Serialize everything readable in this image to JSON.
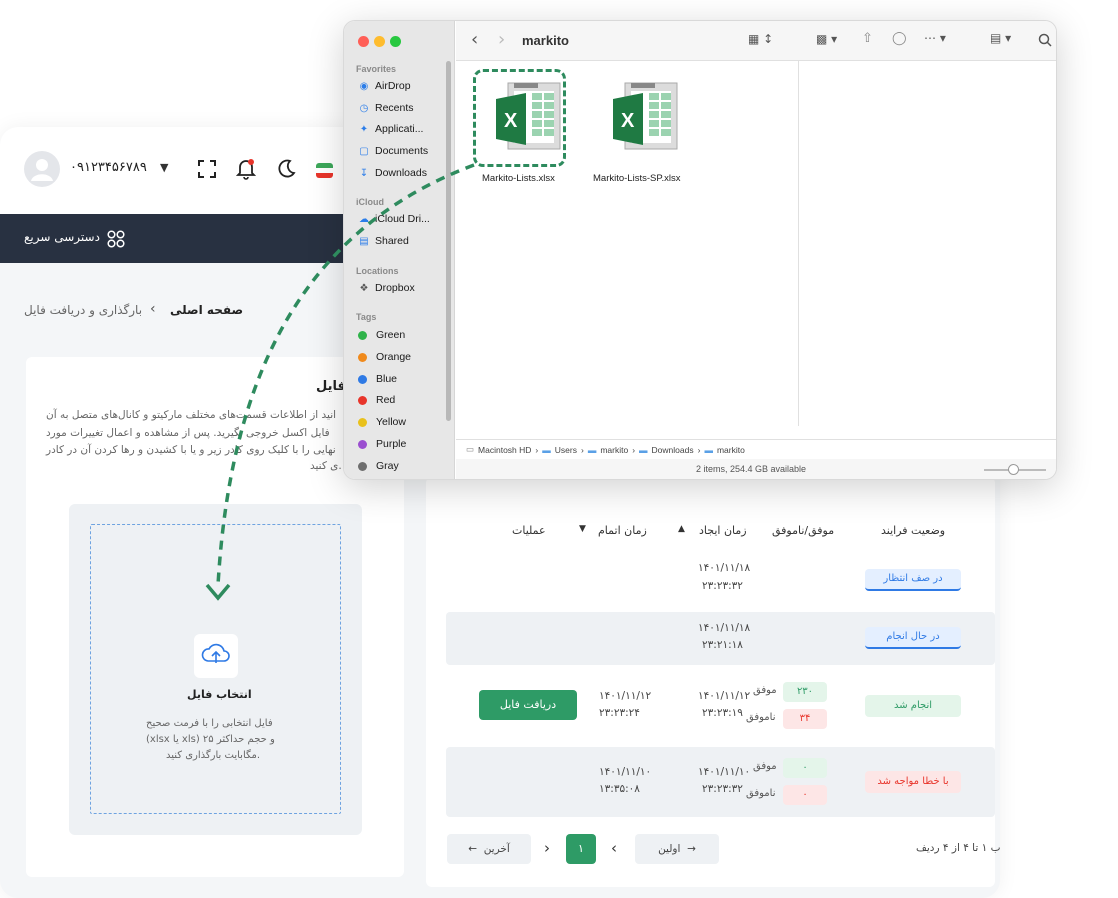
{
  "app": {
    "user_phone": "۰۹۱۲۳۴۵۶۷۸۹",
    "quick_access": "دسترسی سریع",
    "breadcrumb": {
      "home": "صفحه اصلی",
      "current": "بارگذاری و دریافت فایل"
    },
    "upload_card": {
      "title": "فایل",
      "desc_lines": [
        "انید از اطلاعات قسمت‌های مختلف مارکیتو و کانال‌های متصل به آن",
        "فایل اکسل خروجی بگیرید. پس از مشاهده و اعمال تغییرات مورد",
        "نهایی را با کلیک روی کادر زیر و یا با کشیدن و رها کردن آن در کادر",
        "ی کنید."
      ],
      "choose_file": "انتخاب فایل",
      "hint_lines": [
        "فایل انتخابی را با فرمت صحیح",
        "(xlsx یا xls) و حجم حداکثر ۲۵",
        "مگابایت بارگذاری کنید."
      ]
    },
    "table": {
      "headers": {
        "status": "وضعیت فرایند",
        "success_fail": "موفق/ناموفق",
        "created": "زمان ایجاد",
        "finished": "زمان اتمام",
        "ops": "عملیات"
      },
      "rows": [
        {
          "status": "در صف انتظار",
          "created_date": "۱۴۰۱/۱۱/۱۸",
          "created_time": "۲۳:۲۳:۳۲",
          "success": "",
          "fail": "",
          "finished_date": "",
          "finished_time": ""
        },
        {
          "status": "در حال انجام",
          "created_date": "۱۴۰۱/۱۱/۱۸",
          "created_time": "۲۳:۲۱:۱۸",
          "success": "",
          "fail": "",
          "finished_date": "",
          "finished_time": ""
        },
        {
          "status": "انجام شد",
          "created_date": "۱۴۰۱/۱۱/۱۲",
          "created_time": "۲۳:۲۳:۱۹",
          "success": "۲۳۰",
          "fail": "۳۴",
          "finished_date": "۱۴۰۱/۱۱/۱۲",
          "finished_time": "۲۳:۲۳:۲۴",
          "action": "دریافت فایل"
        },
        {
          "status": "با خطا مواجه شد",
          "created_date": "۱۴۰۱/۱۱/۱۰",
          "created_time": "۲۳:۲۳:۳۲",
          "success": "۰",
          "fail": "۰",
          "finished_date": "۱۴۰۱/۱۱/۱۰",
          "finished_time": "۱۳:۳۵:۰۸"
        }
      ],
      "success_label": "موفق",
      "fail_label": "ناموفق"
    },
    "pagination": {
      "first": "اولین",
      "last": "آخرین",
      "page": "۱",
      "summary": "ب ۱ تا ۴ از ۴ ردیف"
    }
  },
  "finder": {
    "title": "markito",
    "favorites_head": "Favorites",
    "favorites": [
      "AirDrop",
      "Recents",
      "Applicati...",
      "Documents",
      "Downloads"
    ],
    "icloud_head": "iCloud",
    "icloud": [
      "iCloud Dri...",
      "Shared"
    ],
    "locations_head": "Locations",
    "locations": [
      "Dropbox"
    ],
    "tags_head": "Tags",
    "tags": [
      {
        "name": "Green",
        "color": "#2fb34a"
      },
      {
        "name": "Orange",
        "color": "#f08a1c"
      },
      {
        "name": "Blue",
        "color": "#2f7ae5"
      },
      {
        "name": "Red",
        "color": "#e8352b"
      },
      {
        "name": "Yellow",
        "color": "#e9c11c"
      },
      {
        "name": "Purple",
        "color": "#9b4fd0"
      },
      {
        "name": "Gray",
        "color": "#6e6e6e"
      }
    ],
    "files": [
      "Markito-Lists.xlsx",
      "Markito-Lists-SP.xlsx"
    ],
    "path": [
      "Macintosh HD",
      "Users",
      "markito",
      "Downloads",
      "markito"
    ],
    "status": "2 items, 254.4 GB available"
  },
  "colors": {
    "accent": "#2e9b66",
    "dark_nav": "#283141"
  }
}
